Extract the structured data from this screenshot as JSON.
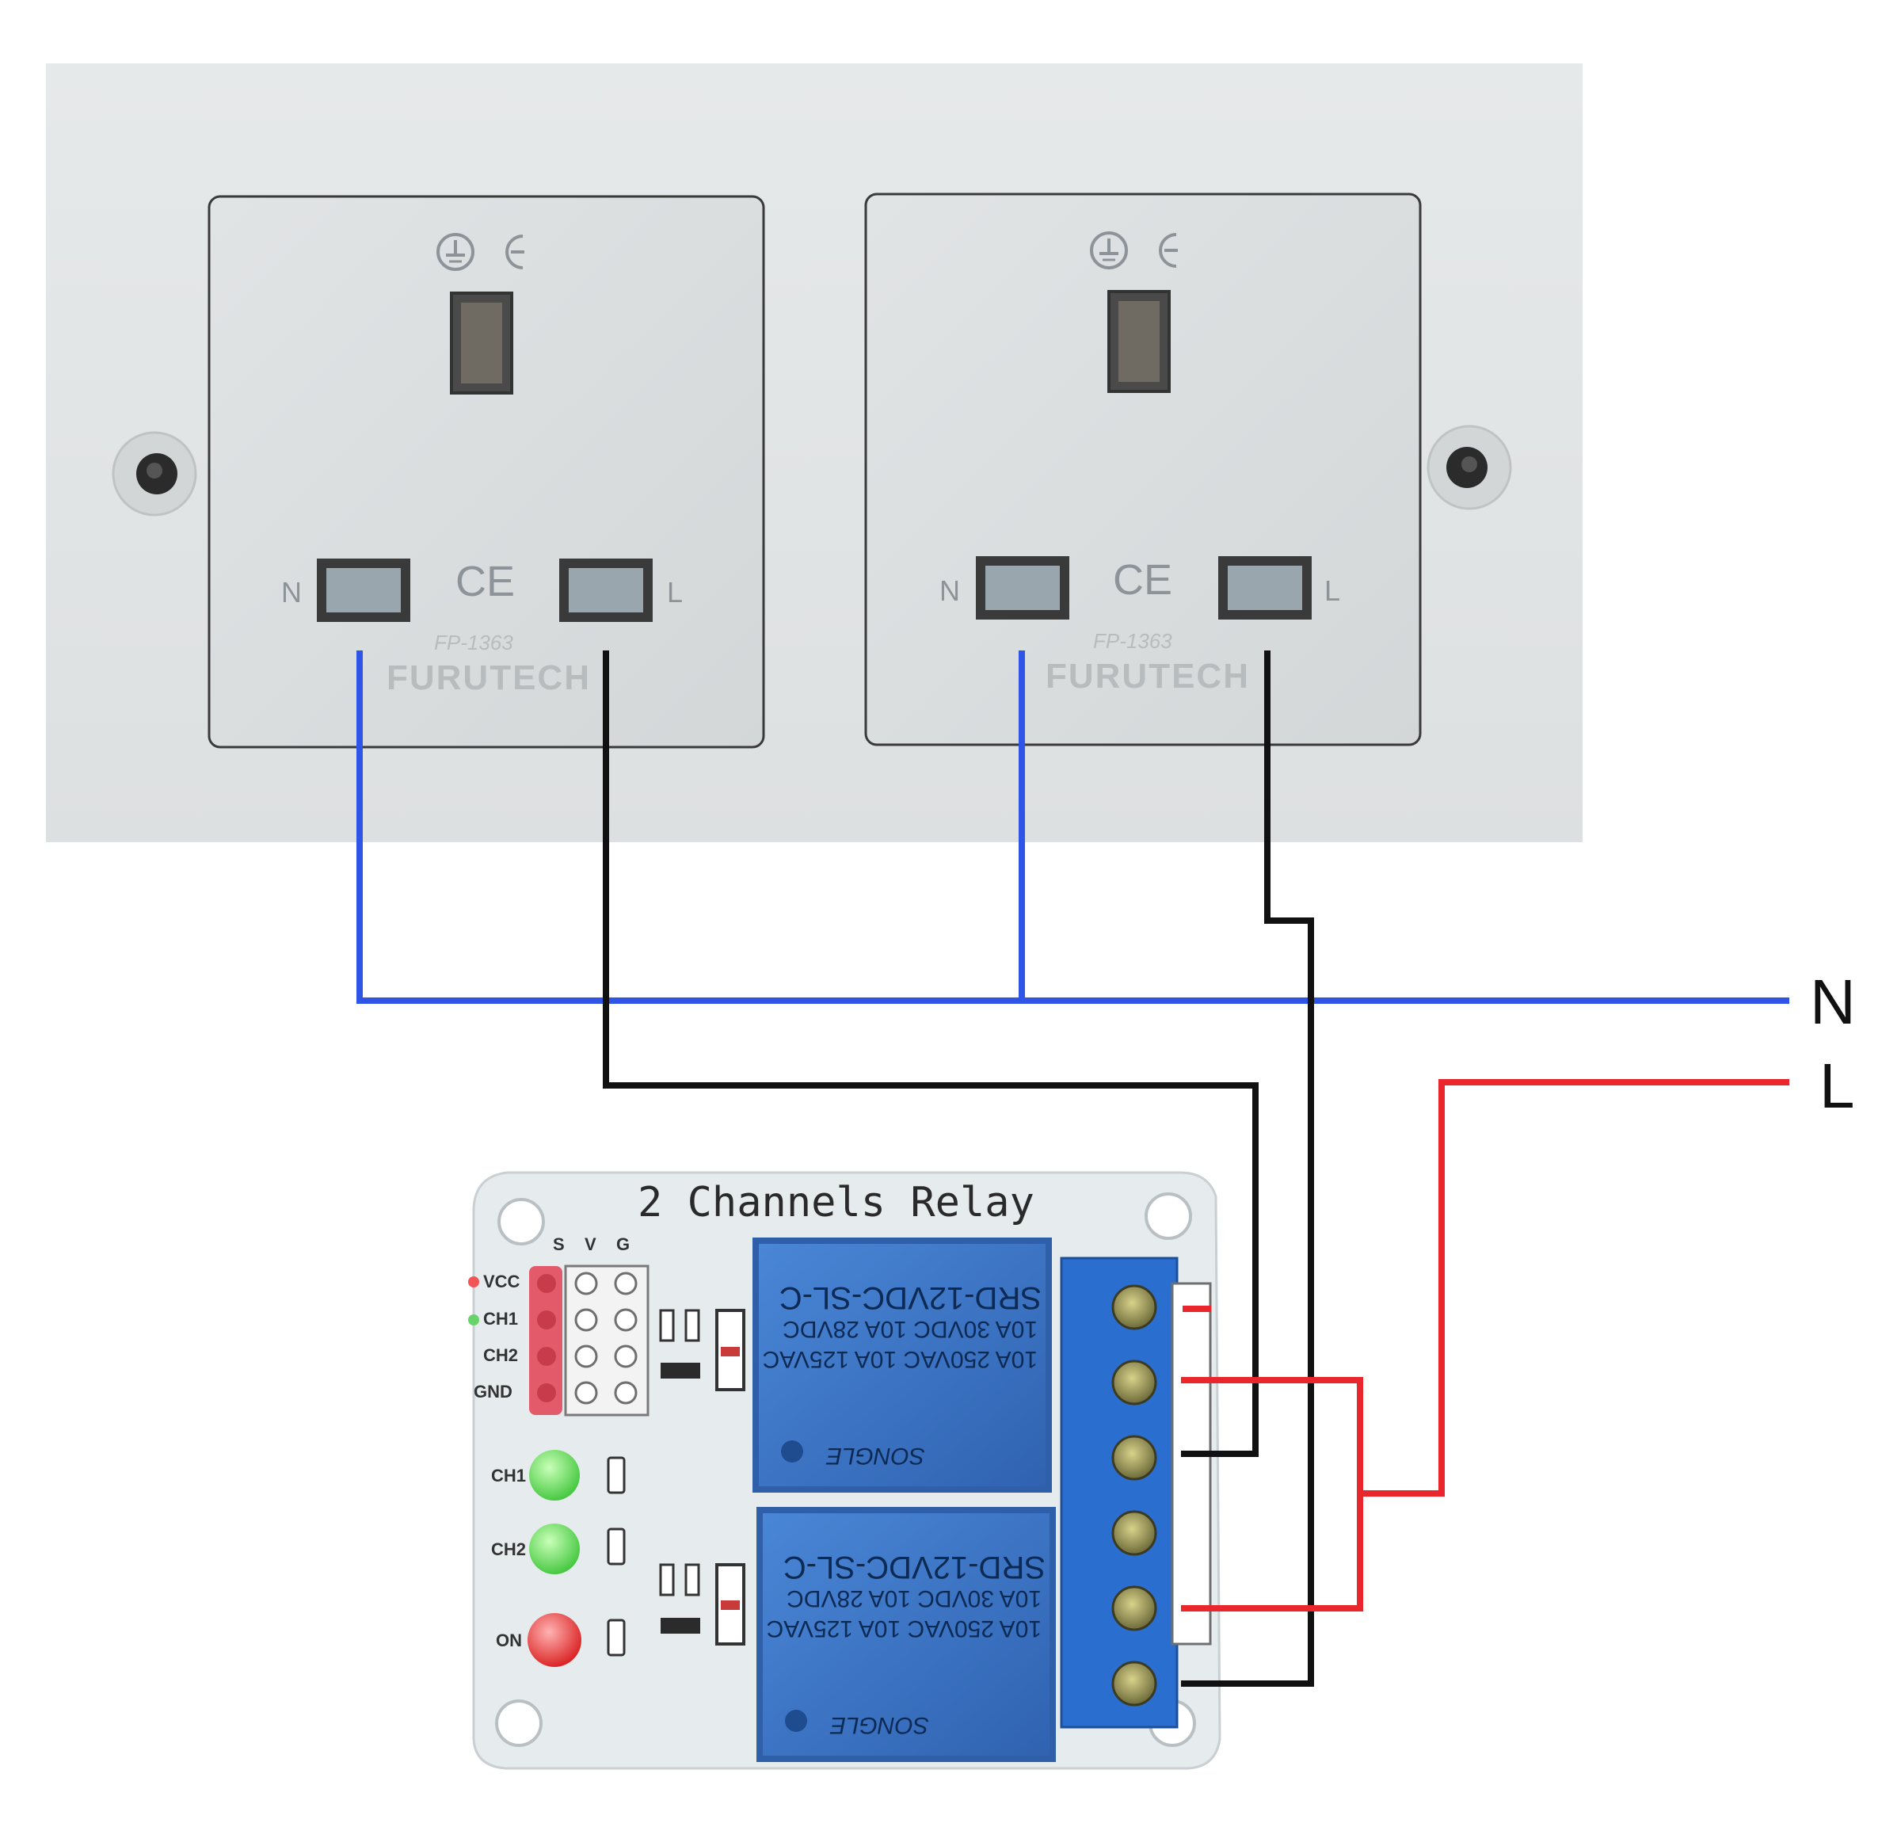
{
  "terminals": {
    "neutral": "N",
    "live": "L"
  },
  "sockets": [
    {
      "neutral_mark": "N",
      "live_mark": "L",
      "model": "FP-1363",
      "brand": "FURUTECH",
      "ce_mark": "CE"
    },
    {
      "neutral_mark": "N",
      "live_mark": "L",
      "model": "FP-1363",
      "brand": "FURUTECH",
      "ce_mark": "CE"
    }
  ],
  "relay_board": {
    "title": "2 Channels Relay",
    "pins": [
      "VCC",
      "CH1",
      "CH2",
      "GND"
    ],
    "header_cols": [
      "S",
      "V",
      "G"
    ],
    "leds": [
      "CH1",
      "CH2",
      "ON"
    ],
    "relays": [
      {
        "model": "SRD-12VDC-SL-C",
        "rating_1": "10A 250VAC  10A 125VAC",
        "rating_2": "10A 30VDC  10A 28VDC",
        "brand": "SONGLE"
      },
      {
        "model": "SRD-12VDC-SL-C",
        "rating_1": "10A 250VAC  10A 125VAC",
        "rating_2": "10A 30VDC  10A 28VDC",
        "brand": "SONGLE"
      }
    ]
  },
  "colors": {
    "neutral_wire": "#2f55e6",
    "switched_wire": "#111111",
    "live_wire": "#e8262b",
    "wall_plate": "#e4e7e8",
    "socket_face": "#dcdfe0",
    "pcb": "#e7ecef",
    "relay_blue": "#3f78c8",
    "terminal_blue": "#2a6fd0"
  }
}
